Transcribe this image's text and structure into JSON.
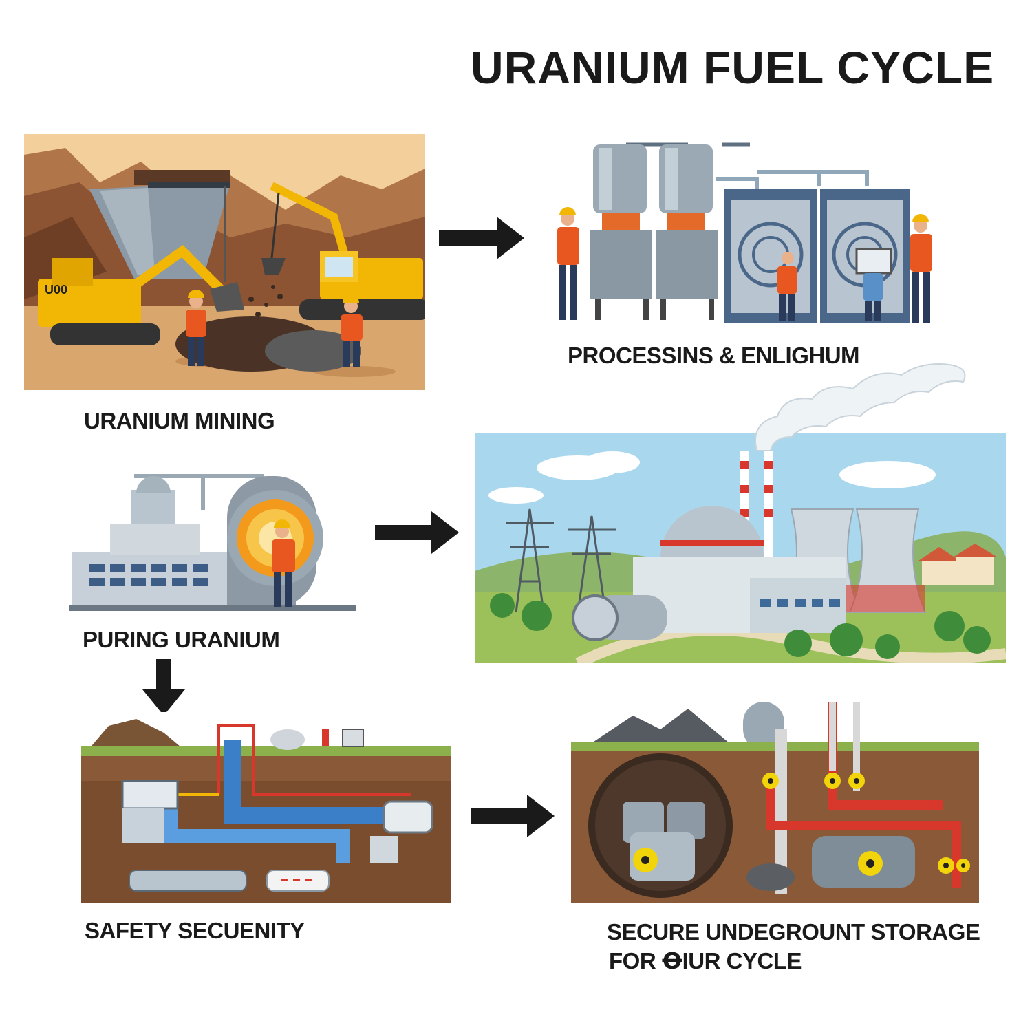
{
  "title": "URANIUM FUEL CYCLE",
  "stages": [
    {
      "label": "URANIUM MINING"
    },
    {
      "label": "PROCESSINS & ENLIGHUM"
    },
    {
      "label": "PURING URANIUM"
    },
    {
      "label": "SAFETY SECUENITY"
    },
    {
      "label_line1": "SECURE UNDEGROUNT STORAGE",
      "label_line2": "FOR ꝊIUR CYCLE"
    }
  ],
  "mining_truck_text": "U00",
  "colors": {
    "accent_yellow": "#f2b705",
    "worker_orange": "#e8571f",
    "pipe_blue": "#3a7fc8",
    "pipe_red": "#d8382c",
    "arrow": "#1a1a1a"
  }
}
